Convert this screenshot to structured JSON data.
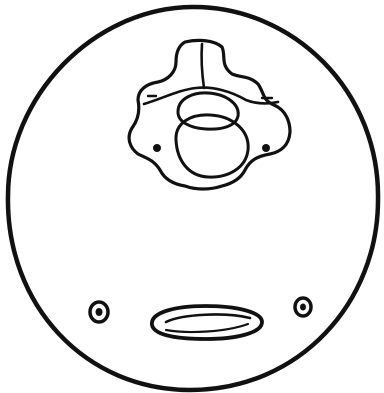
{
  "figure": {
    "ink_color": "#111111",
    "paper_color": "#ffffff",
    "parts": [
      "outer-disc-outline",
      "vertebra-shaped-cutout",
      "left-screw-hole",
      "right-screw-hole",
      "elongated-slot"
    ]
  }
}
